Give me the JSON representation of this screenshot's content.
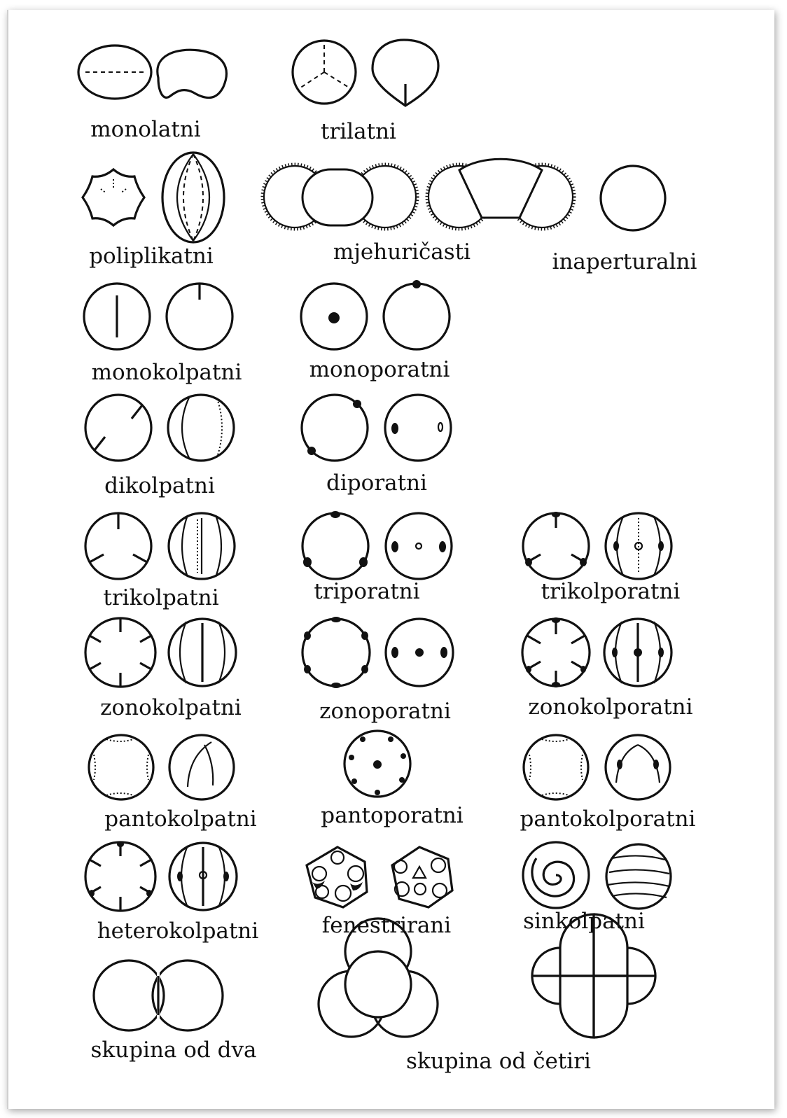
{
  "labels": {
    "monolatni": "monolatni",
    "trilatni": "trilatni",
    "poliplikatni": "poliplikatni",
    "mjehuricasti": "mjehuričasti",
    "inaperturalni": "inaperturalni",
    "monokolpatni": "monokolpatni",
    "monoporatni": "monoporatni",
    "dikolpatni": "dikolpatni",
    "diporatni": "diporatni",
    "trikolpatni": "trikolpatni",
    "triporatni": "triporatni",
    "trikolporatni": "trikolporatni",
    "zonokolpatni": "zonokolpatni",
    "zonoporatni": "zonoporatni",
    "zonokolporatni": "zonokolporatni",
    "pantokolpatni": "pantokolpatni",
    "pantoporatni": "pantoporatni",
    "pantokolporatni": "pantokolporatni",
    "heterokolpatni": "heterokolpatni",
    "fenestrirani": "fenestrirani",
    "sinkolpatni": "sinkolpatni",
    "skupina_dva": "skupina od dva",
    "skupina_cetiri": "skupina od četiri"
  }
}
